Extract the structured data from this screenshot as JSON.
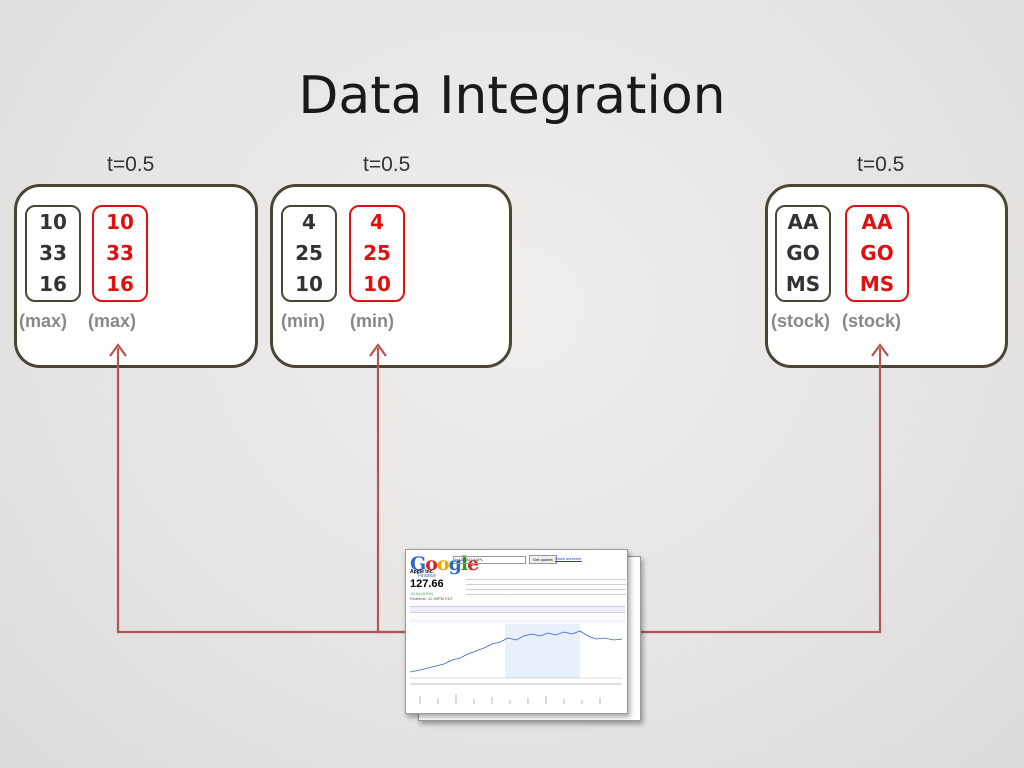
{
  "slide": {
    "title": "Data Integration"
  },
  "groups": [
    {
      "t_label": "t=0.5",
      "columns": [
        {
          "color": "dark",
          "values": [
            "10",
            "33",
            "16"
          ],
          "label": "(max)"
        },
        {
          "color": "red",
          "values": [
            "10",
            "33",
            "16"
          ],
          "label": "(max)"
        }
      ]
    },
    {
      "t_label": "t=0.5",
      "columns": [
        {
          "color": "dark",
          "values": [
            "4",
            "25",
            "10"
          ],
          "label": "(min)"
        },
        {
          "color": "red",
          "values": [
            "4",
            "25",
            "10"
          ],
          "label": "(min)"
        }
      ]
    },
    {
      "t_label": "t=0.5",
      "columns": [
        {
          "color": "dark",
          "values": [
            "AA",
            "GO",
            "MS"
          ],
          "label": "(stock)"
        },
        {
          "color": "red",
          "values": [
            "AA",
            "GO",
            "MS"
          ],
          "label": "(stock)"
        }
      ]
    }
  ],
  "source_screenshot": {
    "logo_letters": [
      "G",
      "o",
      "o",
      "g",
      "l",
      "e"
    ],
    "logo_sub": "Finance",
    "search_value": "NASDAQ:AAPL",
    "button_label": "Get quotes",
    "link_label": "Stock screener",
    "company": "Apple Inc.",
    "price": "127.66",
    "change": "+0.24 (0.2%)",
    "time": "Realtime: 12:39PM EDT"
  },
  "colors": {
    "dark": "#4a4535",
    "red": "#dd1111",
    "arrow": "#b55454"
  }
}
